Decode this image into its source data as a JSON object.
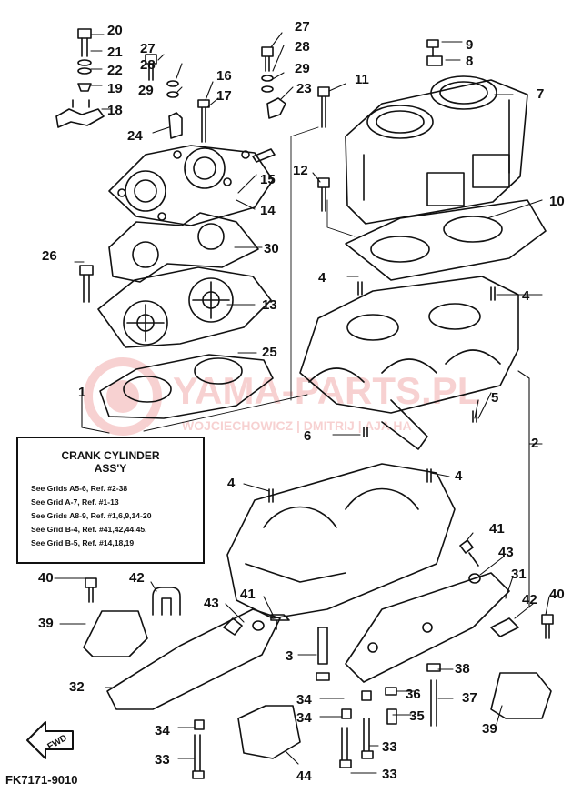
{
  "callout_numbers": {
    "n1": "1",
    "n2": "2",
    "n3": "3",
    "n4a": "4",
    "n4b": "4",
    "n4c": "4",
    "n4d": "4",
    "n5": "5",
    "n6": "6",
    "n7": "7",
    "n8": "8",
    "n9": "9",
    "n10": "10",
    "n11": "11",
    "n12": "12",
    "n13": "13",
    "n14": "14",
    "n15": "15",
    "n16": "16",
    "n17": "17",
    "n18": "18",
    "n19": "19",
    "n20": "20",
    "n21": "21",
    "n22": "22",
    "n23": "23",
    "n24": "24",
    "n25": "25",
    "n26": "26",
    "n27a": "27",
    "n27b": "27",
    "n28a": "28",
    "n28b": "28",
    "n29a": "29",
    "n29b": "29",
    "n30": "30",
    "n31": "31",
    "n32": "32",
    "n33a": "33",
    "n33b": "33",
    "n33c": "33",
    "n34a": "34",
    "n34b": "34",
    "n34c": "34",
    "n35": "35",
    "n36": "36",
    "n37": "37",
    "n38": "38",
    "n39a": "39",
    "n39b": "39",
    "n40a": "40",
    "n40b": "40",
    "n41a": "41",
    "n41b": "41",
    "n42a": "42",
    "n42b": "42",
    "n43a": "43",
    "n43b": "43",
    "n44": "44"
  },
  "info_box": {
    "title_line1": "CRANK CYLINDER",
    "title_line2": "ASS'Y",
    "lines": [
      "See Grids A5-6, Ref. #2-38",
      "See Grid A-7, Ref. #1-13",
      "See Grids A8-9, Ref. #1,6,9,14-20",
      "See Grid B-4, Ref. #41,42,44,45.",
      "See Grid B-5, Ref. #14,18,19"
    ]
  },
  "fwd_label": "FWD",
  "figure_code": "FK7171-9010",
  "watermark": {
    "brand": "YAMA-PARTS.PL",
    "sub": "WOJCIECHOWICZ | DMITRIJ | AJA HA"
  },
  "colors": {
    "line": "#111111",
    "watermark": "#dd3333"
  }
}
